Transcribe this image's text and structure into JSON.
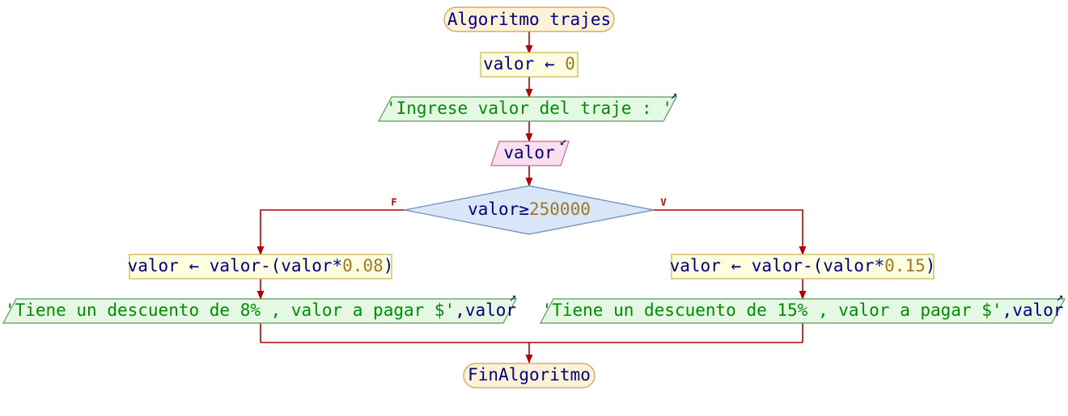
{
  "diagram": {
    "colors": {
      "connector": "#b30000",
      "keyword_text": "#000080",
      "number_text": "#9a7a2a",
      "string_text": "#008c00",
      "terminal_fill": "#fdf2d8",
      "terminal_stroke": "#c9a04e",
      "process_fill": "#fdfde0",
      "process_stroke": "#c9b24a",
      "output_fill": "#e4f8e4",
      "output_stroke": "#5a9a5a",
      "input_fill": "#fce0ee",
      "input_stroke": "#c46a9a",
      "decision_fill": "#d8e6f8",
      "decision_stroke": "#6a8ab8"
    },
    "start": {
      "text": "Algoritmo trajes"
    },
    "assign_init": {
      "var": "valor",
      "arrow": "←",
      "value": "0"
    },
    "output_prompt": {
      "text": "'Ingrese valor del traje : '"
    },
    "input_read": {
      "var": "valor"
    },
    "decision": {
      "var": "valor",
      "op": "≥",
      "value": "250000",
      "false_label": "F",
      "true_label": "V"
    },
    "assign_false": {
      "lhs": "valor",
      "arrow": "←",
      "rhs_start": "valor-(valor*",
      "rate": "0.08",
      "rhs_end": ")"
    },
    "assign_true": {
      "lhs": "valor",
      "arrow": "←",
      "rhs_start": "valor-(valor*",
      "rate": "0.15",
      "rhs_end": ")"
    },
    "output_false": {
      "str": "'Tiene un descuento de 8% , valor a pagar $'",
      "sep": ",",
      "var": "valor"
    },
    "output_true": {
      "str": "'Tiene un descuento de 15% , valor a pagar $'",
      "sep": ",",
      "var": "valor"
    },
    "end": {
      "text": "FinAlgoritmo"
    },
    "output_icon": "↗",
    "input_icon": "↙"
  }
}
